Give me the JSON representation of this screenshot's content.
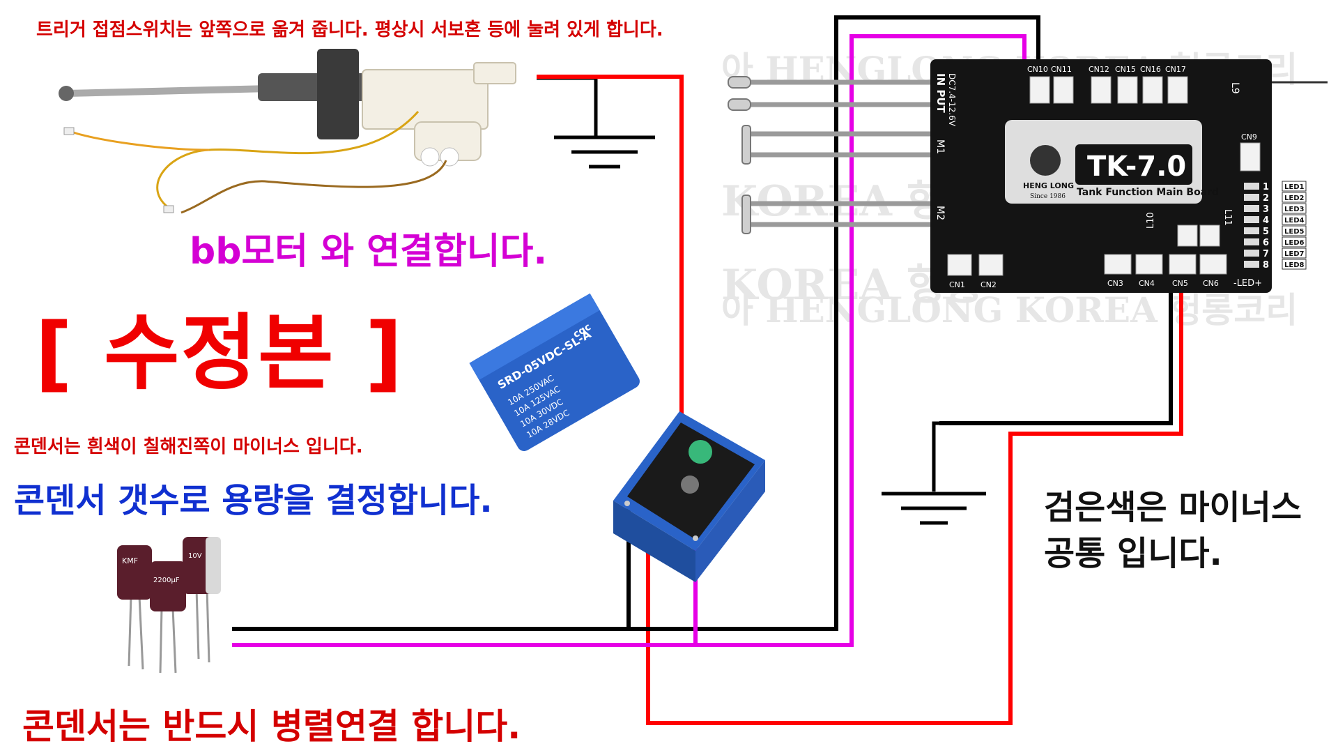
{
  "notes": {
    "trigger": "트리거 접점스위치는 앞쪽으로 옮겨 줍니다. 평상시 서보혼 등에 눌려 있게 합니다.",
    "bb_motor": "bb모터 와 연결합니다.",
    "revision": "[ 수정본 ]",
    "cap_white": "콘덴서는 흰색이 칠해진쪽이 마이너스 입니다.",
    "cap_count": "콘덴서 갯수로 용량을 결정합니다.",
    "cap_parallel": "콘덴서는 반드시 병렬연결 합니다.",
    "black_common_1": "검은색은 마이너스",
    "black_common_2": "공통 입니다."
  },
  "board": {
    "model": "TK-7.0",
    "subtitle": "Tank Function Main Board",
    "brand": "HENG LONG",
    "since": "Since 1986",
    "input": "IN PUT",
    "voltage": "DC7.4-12.6V",
    "m1": "M1",
    "m2": "M2",
    "l9": "L9",
    "l10": "L10",
    "l11": "L11",
    "led_label": "-LED+",
    "cn_top": [
      "CN10",
      "CN11",
      "CN12",
      "CN15",
      "CN16",
      "CN17"
    ],
    "cn9": "CN9",
    "cn_bottom_left": [
      "CN1",
      "CN2"
    ],
    "cn_bottom_right": [
      "CN3",
      "CN4",
      "CN5",
      "CN6"
    ],
    "led_numbers": [
      "1",
      "2",
      "3",
      "4",
      "5",
      "6",
      "7",
      "8"
    ],
    "led_tags": [
      "LED1",
      "LED2",
      "LED3",
      "LED4",
      "LED5",
      "LED6",
      "LED7",
      "LED8"
    ]
  },
  "relay": {
    "brand": "SRD-05VDC-SL-A",
    "ratings": [
      "10A 250VAC",
      "10A 125VAC",
      "10A 30VDC",
      "10A 28VDC"
    ],
    "maker": "cqc"
  },
  "capacitors": {
    "labels": [
      "KMF",
      "2200μF",
      "10V"
    ]
  },
  "watermark": {
    "line1": "아 HENGLONG KOREA 헝롱코리",
    "line2": "KOREA 헝롱"
  },
  "colors": {
    "red_wire": "#ff0000",
    "black_wire": "#000000",
    "magenta_wire": "#e600e6",
    "board": "#111111",
    "relay_blue": "#2a63c8"
  }
}
